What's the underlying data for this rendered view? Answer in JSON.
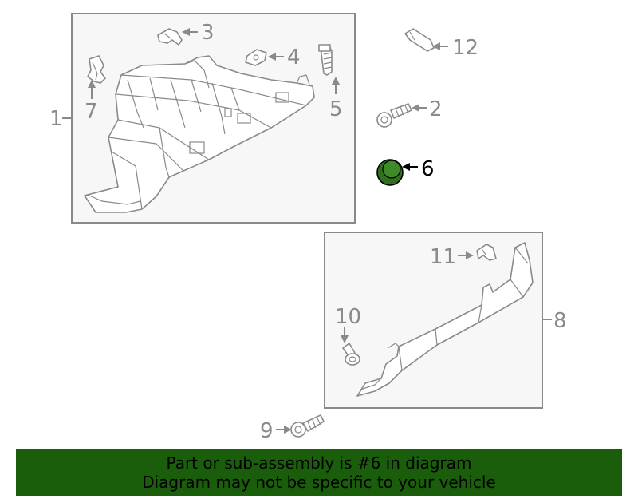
{
  "highlight_color": "#2f6f1e",
  "banner_color": "#1a5e0c",
  "callouts": {
    "c1": "1",
    "c2": "2",
    "c3": "3",
    "c4": "4",
    "c5": "5",
    "c6": "6",
    "c7": "7",
    "c8": "8",
    "c9": "9",
    "c10": "10",
    "c11": "11",
    "c12": "12"
  },
  "banner": {
    "line1": "Part or sub-assembly is #6 in diagram",
    "line2": "Diagram may not be specific to your vehicle"
  }
}
